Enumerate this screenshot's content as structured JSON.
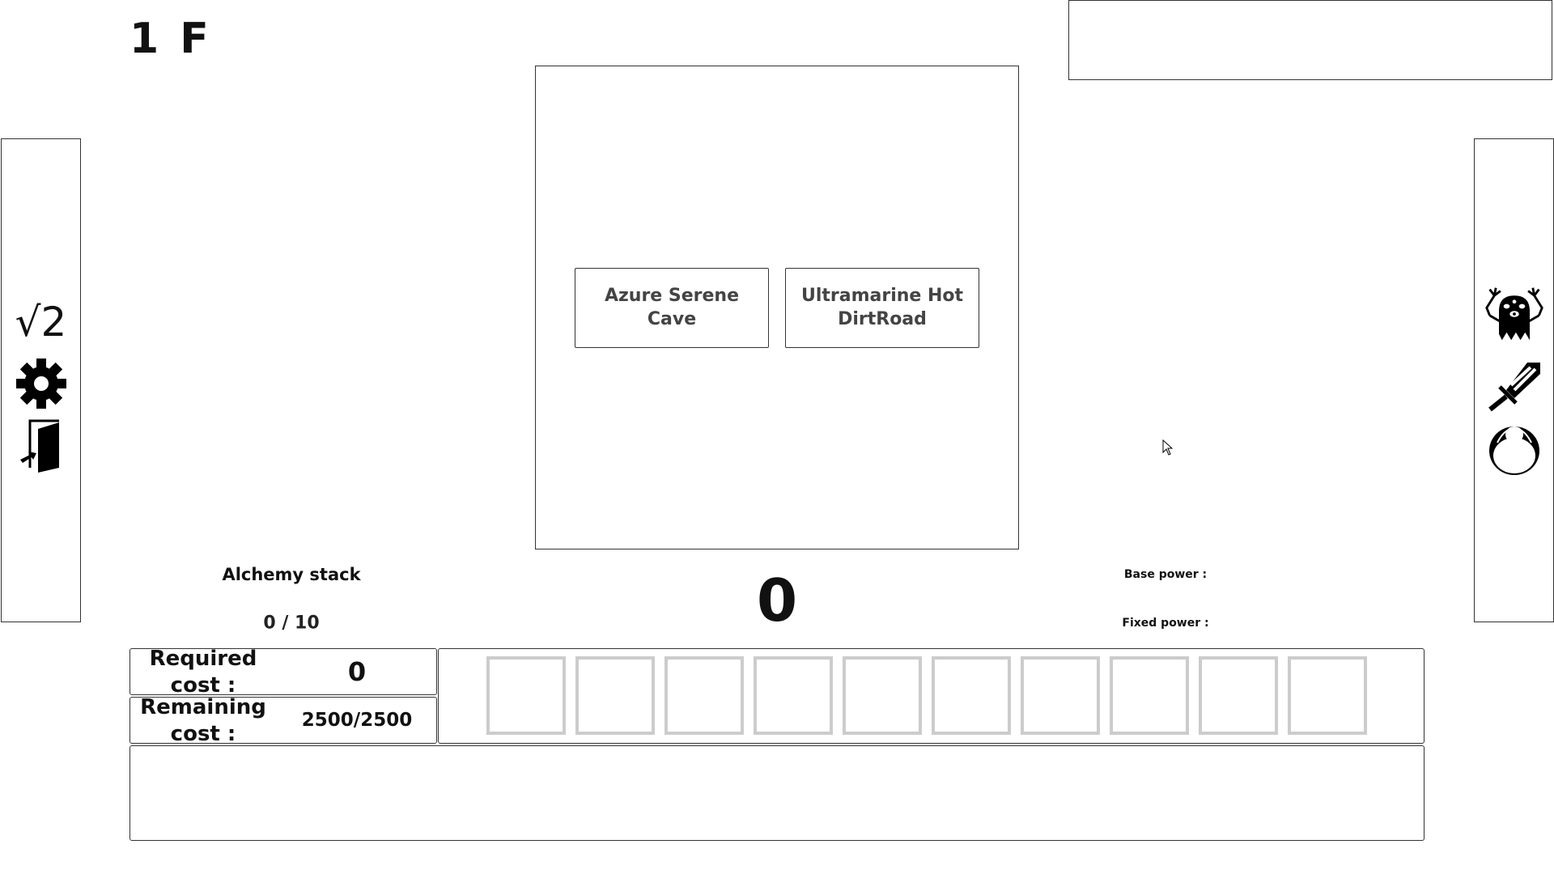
{
  "floor": "1 F",
  "left_menu": {
    "icons": [
      "sqrt-two-icon",
      "gear-icon",
      "exit-door-icon"
    ],
    "sqrt_label": "√2"
  },
  "right_menu": {
    "icons": [
      "monster-icon",
      "sword-icon",
      "ring-icon"
    ]
  },
  "destinations": [
    {
      "label": "Azure Serene Cave"
    },
    {
      "label": "Ultramarine Hot DirtRoad"
    }
  ],
  "alchemy": {
    "title": "Alchemy stack",
    "count": "0 / 10",
    "power": "0"
  },
  "power": {
    "base_label": "Base power :",
    "fixed_label": "Fixed power :"
  },
  "cost": {
    "required_label": "Required cost :",
    "required_value": "0",
    "remaining_label": "Remaining cost :",
    "remaining_value": "2500/2500"
  },
  "slots_count": 10
}
